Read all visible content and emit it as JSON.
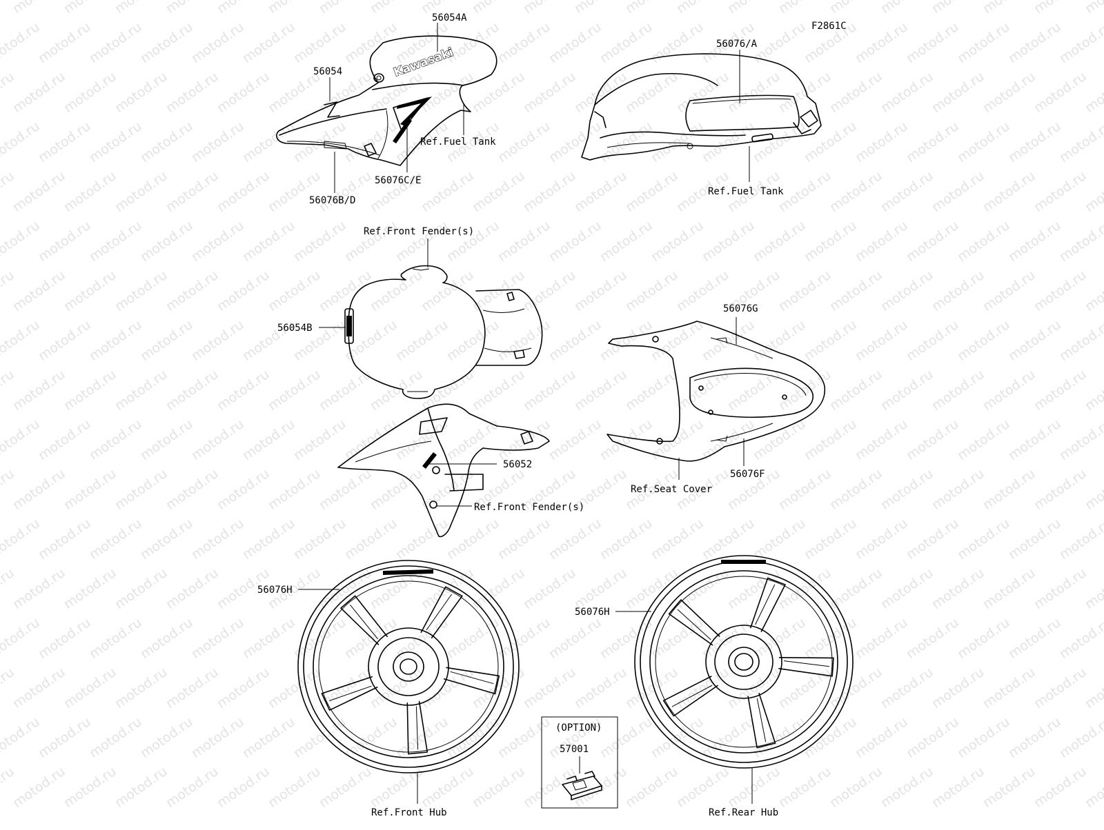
{
  "figure_code": "F2861C",
  "watermark": "motod.ru",
  "labels": {
    "tank_cover_top": "56054A",
    "tank_cover_logo": "Kawasaki",
    "tank_cover_left": "56054",
    "tank_cover_ref": "Ref.Fuel Tank",
    "tank_cover_stripe": "56076C/E",
    "tank_cover_lower": "56076B/D",
    "tank_side": "56076/A",
    "tank_side_ref": "Ref.Fuel Tank",
    "front_fender_ref_top": "Ref.Front Fender(s)",
    "front_fender_mark": "56054B",
    "seat_cover_top": "56076G",
    "seat_cover_bottom": "56076F",
    "seat_cover_ref": "Ref.Seat Cover",
    "fender_decal": "56052",
    "front_fender_ref_bottom": "Ref.Front Fender(s)",
    "front_wheel_stripe": "56076H",
    "front_hub_ref": "Ref.Front Hub",
    "rear_wheel_stripe": "56076H",
    "rear_hub_ref": "Ref.Rear Hub",
    "option_title": "(OPTION)",
    "option_part": "57001"
  }
}
